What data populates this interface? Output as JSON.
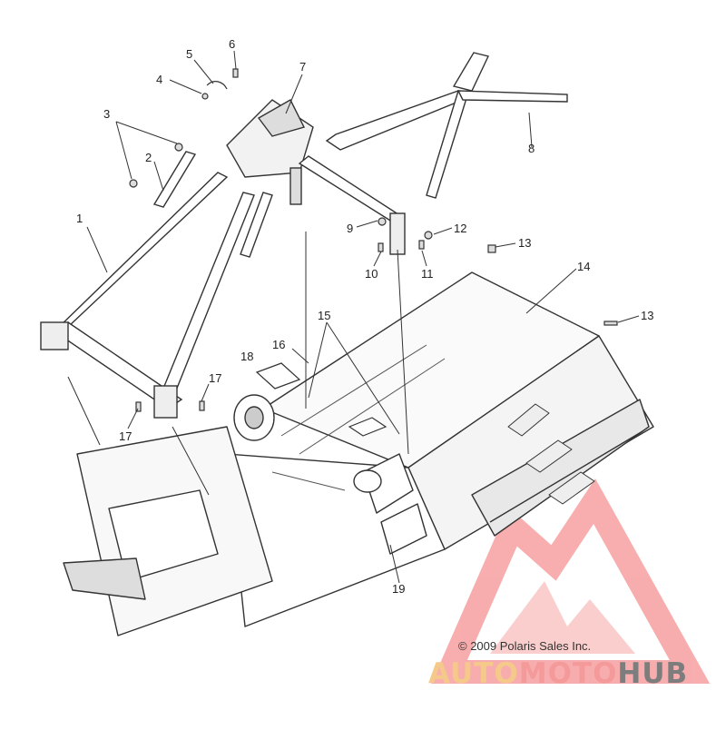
{
  "diagram": {
    "part_numbers": [
      {
        "id": "label-1",
        "text": "1"
      },
      {
        "id": "label-2",
        "text": "2"
      },
      {
        "id": "label-3",
        "text": "3"
      },
      {
        "id": "label-4",
        "text": "4"
      },
      {
        "id": "label-5",
        "text": "5"
      },
      {
        "id": "label-6",
        "text": "6"
      },
      {
        "id": "label-7",
        "text": "7"
      },
      {
        "id": "label-8",
        "text": "8"
      },
      {
        "id": "label-9",
        "text": "9"
      },
      {
        "id": "label-10",
        "text": "10"
      },
      {
        "id": "label-11",
        "text": "11"
      },
      {
        "id": "label-12",
        "text": "12"
      },
      {
        "id": "label-13a",
        "text": "13"
      },
      {
        "id": "label-13b",
        "text": "13"
      },
      {
        "id": "label-14",
        "text": "14"
      },
      {
        "id": "label-15",
        "text": "15"
      },
      {
        "id": "label-16",
        "text": "16"
      },
      {
        "id": "label-17a",
        "text": "17"
      },
      {
        "id": "label-17b",
        "text": "17"
      },
      {
        "id": "label-18",
        "text": "18"
      },
      {
        "id": "label-19",
        "text": "19"
      }
    ],
    "copyright": "© 2009 Polaris Sales Inc."
  },
  "watermark": {
    "part1": "AUTO",
    "part2": "MOTO",
    "part3": "HUB",
    "colors": {
      "auto": "#f5c98a",
      "moto": "#f49a9a",
      "hub": "#7d7d7d",
      "logo": "#f26b6b"
    }
  },
  "colors": {
    "line": "#333333",
    "fill": "#ffffff",
    "shade": "#bdbdbd"
  }
}
